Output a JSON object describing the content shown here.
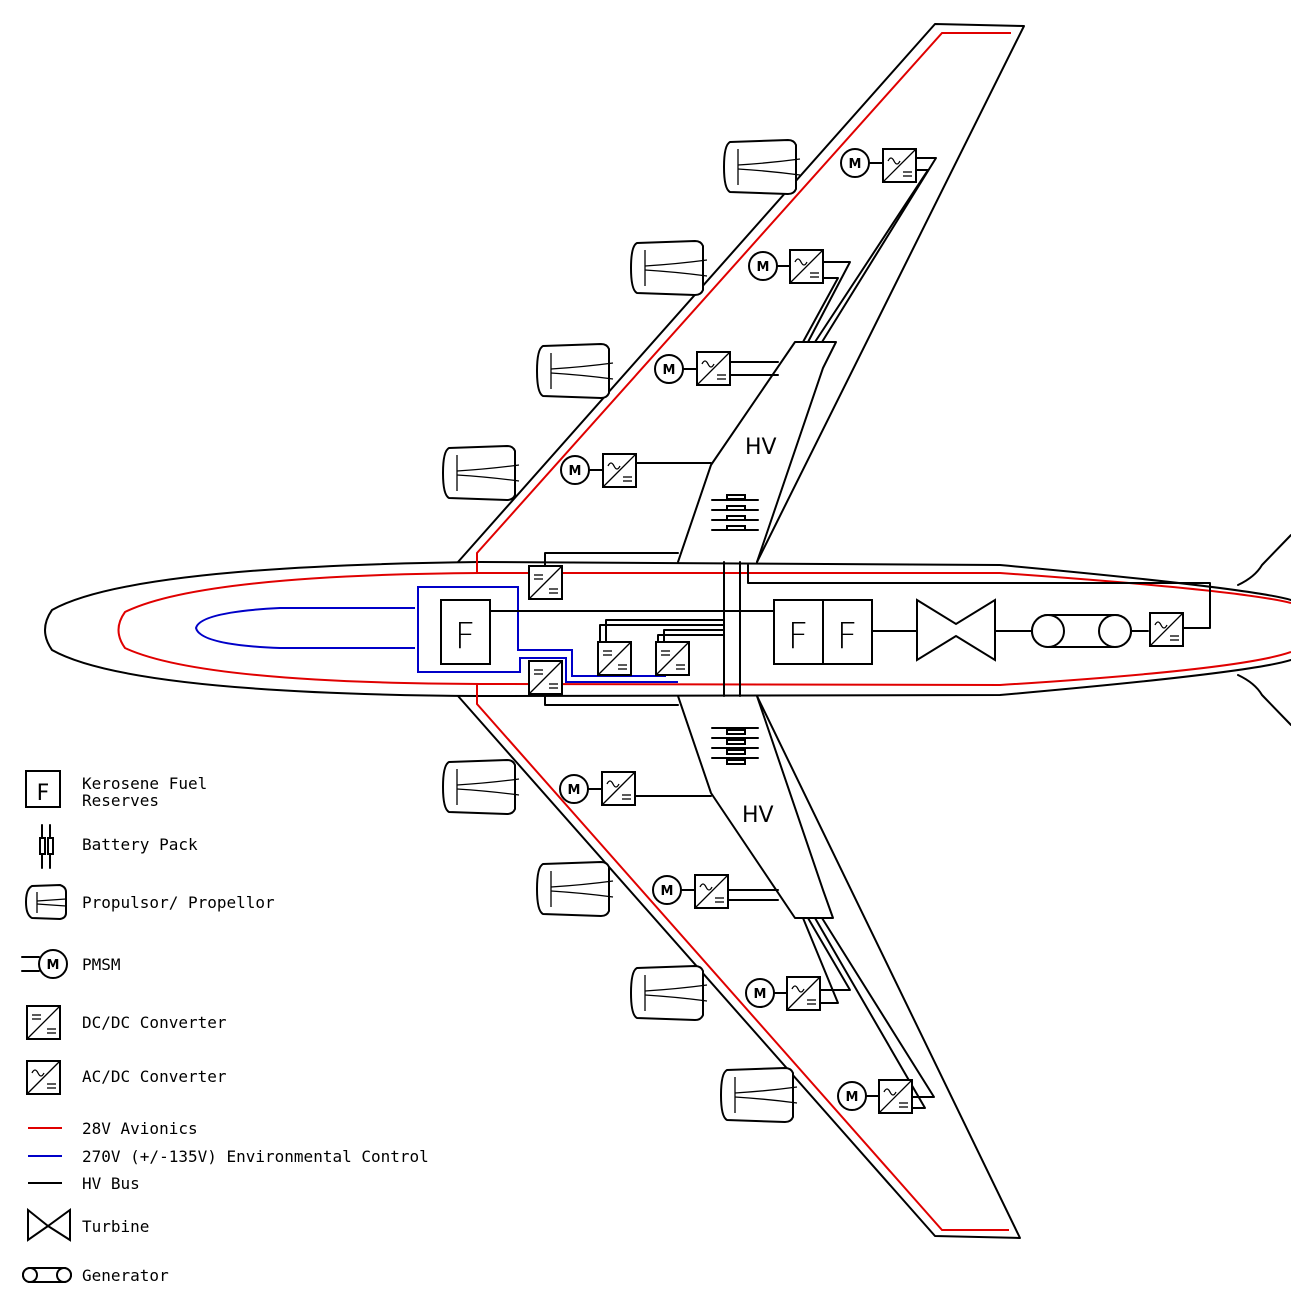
{
  "diagram": {
    "bus_labels": {
      "upper": "HV",
      "lower": "HV"
    },
    "fuel_symbol": "F",
    "motor_symbol": "M",
    "colors": {
      "avionics": "#e00000",
      "environmental": "#0000c8",
      "hv_bus": "#000000"
    }
  },
  "legend": [
    {
      "icon": "fuel-reserve-icon",
      "label": "Kerosene Fuel\nReserves"
    },
    {
      "icon": "battery-pack-icon",
      "label": "Battery Pack"
    },
    {
      "icon": "propulsor-icon",
      "label": "Propulsor/ Propellor"
    },
    {
      "icon": "pmsm-motor-icon",
      "label": "PMSM"
    },
    {
      "icon": "dc-dc-converter-icon",
      "label": "DC/DC Converter"
    },
    {
      "icon": "ac-dc-converter-icon",
      "label": "AC/DC Converter"
    },
    {
      "icon": "red-line-icon",
      "label": "28V Avionics"
    },
    {
      "icon": "blue-line-icon",
      "label": "270V (+/-135V) Environmental Control"
    },
    {
      "icon": "black-line-icon",
      "label": "HV Bus"
    },
    {
      "icon": "turbine-icon",
      "label": "Turbine"
    },
    {
      "icon": "generator-icon",
      "label": "Generator"
    }
  ]
}
